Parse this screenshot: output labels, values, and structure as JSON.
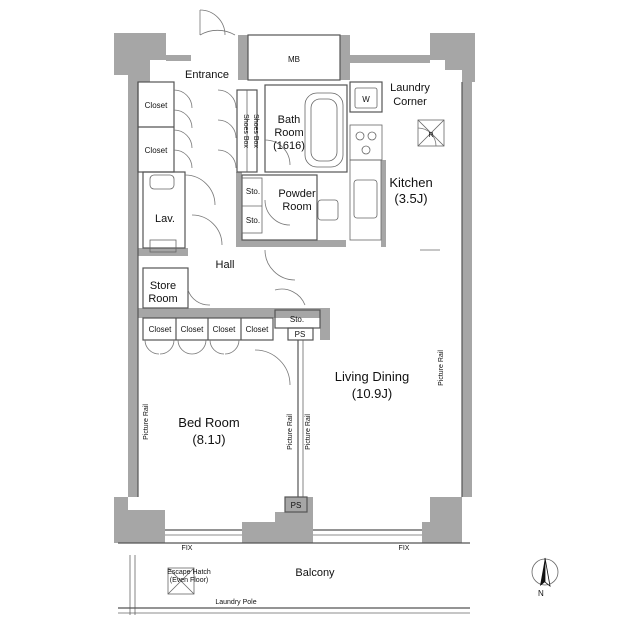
{
  "rooms": {
    "mb": "MB",
    "entrance": "Entrance",
    "laundry_line1": "Laundry",
    "laundry_line2": "Corner",
    "laundry_w": "W",
    "fridge_r": "R",
    "bath_line1": "Bath",
    "bath_line2": "Room",
    "bath_line3": "(1616)",
    "shoes_box": "Shoes Box",
    "kitchen_line1": "Kitchen",
    "kitchen_line2": "(3.5J)",
    "powder_line1": "Powder",
    "powder_line2": "Room",
    "sto": "Sto.",
    "lav": "Lav.",
    "hall": "Hall",
    "store_line1": "Store",
    "store_line2": "Room",
    "closet": "Closet",
    "ps": "PS",
    "living_line1": "Living Dining",
    "living_line2": "(10.9J)",
    "bed_line1": "Bed Room",
    "bed_line2": "(8.1J)",
    "picture_rail": "Picture Rail",
    "fix": "FIX",
    "balcony": "Balcony",
    "escape_line1": "Escape Hatch",
    "escape_line2": "(Even Floor)",
    "laundry_pole": "Laundry Pole",
    "north": "N"
  },
  "colors": {
    "wall": "#a6a6a6",
    "line": "#555555"
  }
}
